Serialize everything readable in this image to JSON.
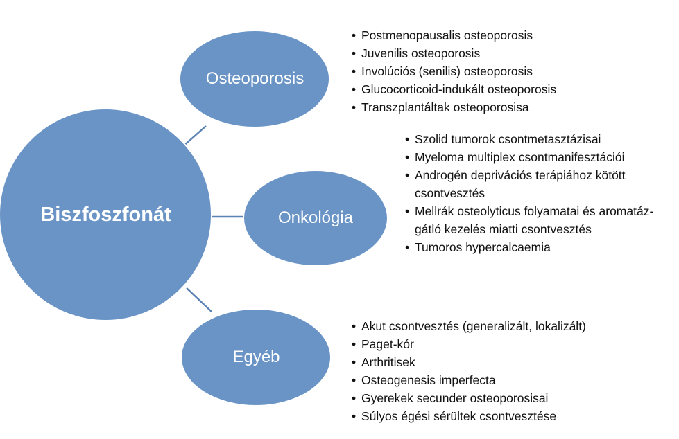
{
  "center": {
    "label": "Biszfoszfonát"
  },
  "branches": [
    {
      "label": "Osteoporosis",
      "items": [
        "Postmenopausalis osteoporosis",
        "Juvenilis osteoporosis",
        "Involúciós (senilis) osteoporosis",
        "Glucocorticoid-indukált osteoporosis",
        "Transzplantáltak osteoporosisa"
      ]
    },
    {
      "label": "Onkológia",
      "items": [
        "Szolid tumorok csontmetasztázisai",
        "Myeloma multiplex csontmanifesztációi",
        "Androgén deprivációs terápiához kötött csontvesztés",
        "Mellrák osteolyticus folyamatai és aromatáz-gátló kezelés miatti csontvesztés",
        "Tumoros hypercalcaemia"
      ]
    },
    {
      "label": "Egyéb",
      "items": [
        "Akut csontvesztés (generalizált, lokalizált)",
        "Paget-kór",
        "Arthritisek",
        "Osteogenesis imperfecta",
        "Gyerekek secunder osteoporosisai",
        "Súlyos égési sérültek csontvesztése"
      ]
    }
  ],
  "colors": {
    "circle_fill": "#6a94c6",
    "circle_stroke": "#ffffff",
    "connector": "#5a82b4",
    "text": "#111111"
  }
}
